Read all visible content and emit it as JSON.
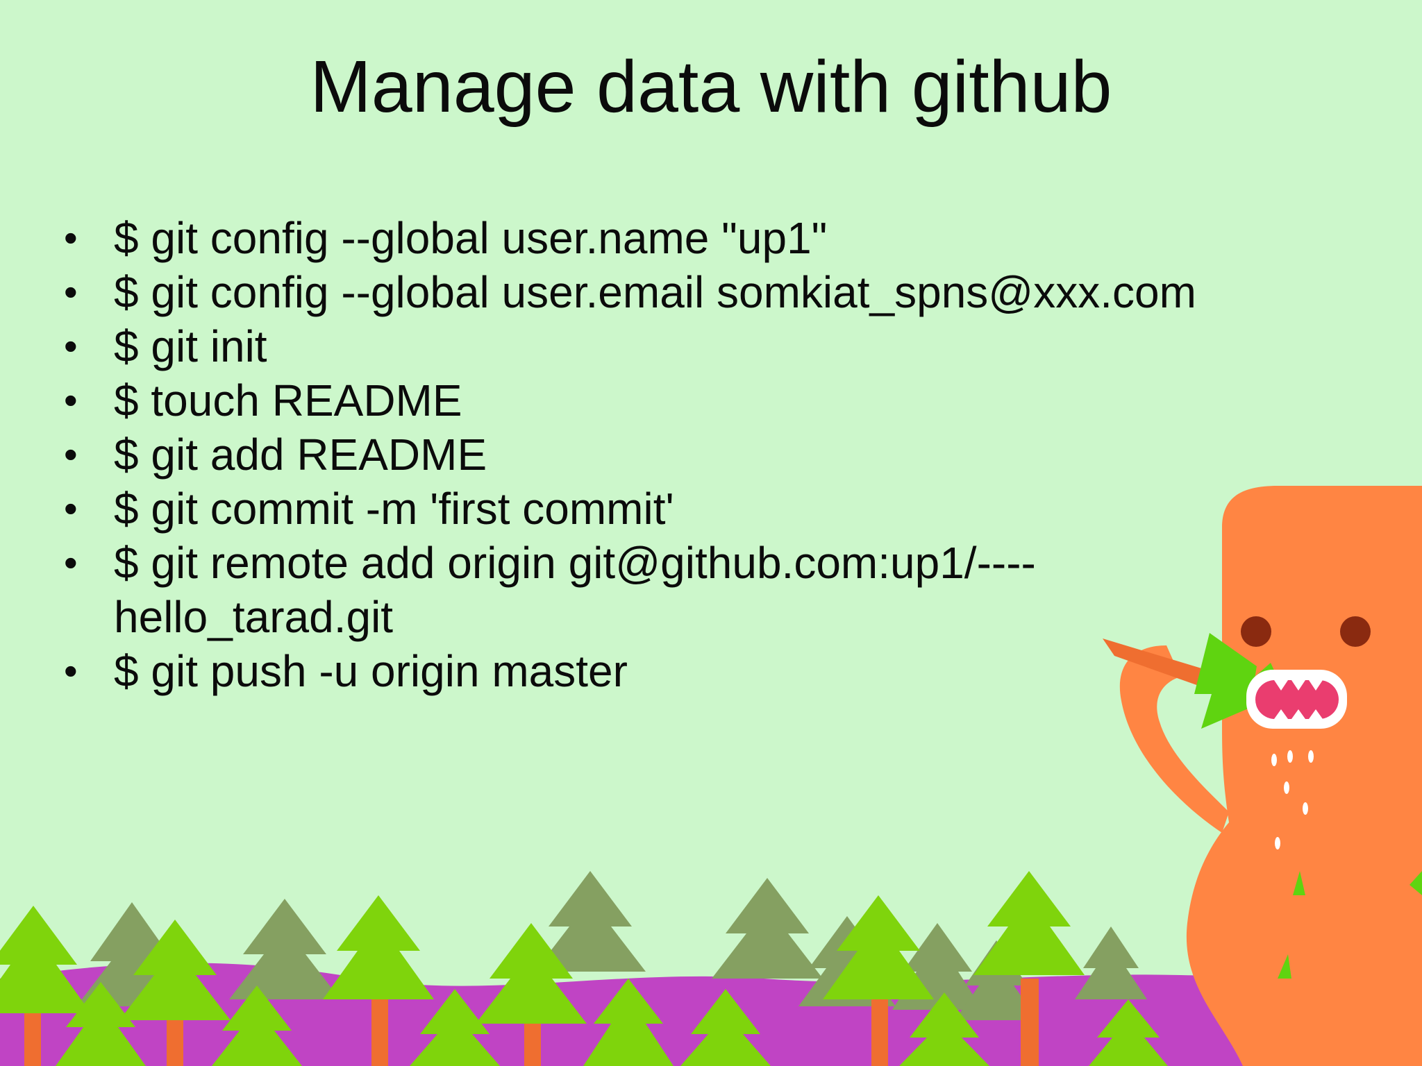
{
  "slide": {
    "title": "Manage data with github",
    "bullet_marker": "•",
    "bullets": [
      "$ git config --global user.name \"up1\"",
      "$ git config --global user.email somkiat_spns@xxx.com",
      "$ git init",
      "$ touch README",
      "$ git add README",
      "$ git commit -m 'first commit'",
      "$ git remote add origin git@github.com:up1/----\nhello_tarad.git",
      "$ git push -u origin master"
    ]
  },
  "colors": {
    "background": "#ccf7cb",
    "text": "#0b0b0b",
    "hill": "#c044c4",
    "tree_bright": "#7fd40c",
    "tree_dark": "#85a061",
    "trunk": "#ef6e30",
    "monster": "#ff8543",
    "monster_eye": "#8a2a10",
    "mouth": "#ea3d6f",
    "leaf": "#5fd410"
  },
  "illustration": {
    "monster_icon": "orange-monster-eating-tree",
    "forest_icon": "pine-forest"
  }
}
